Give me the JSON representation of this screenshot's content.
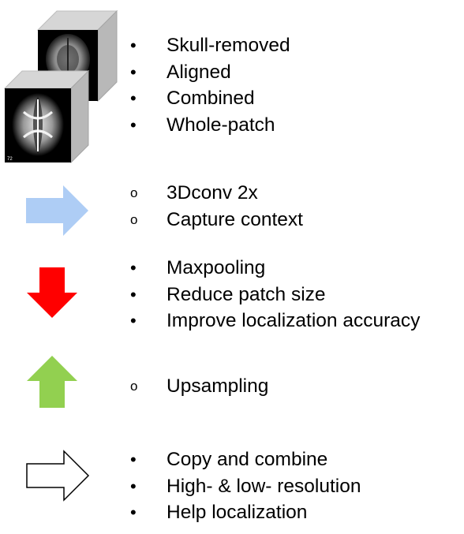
{
  "legend": {
    "input": {
      "icon": "mri-brain-volume-stack-icon",
      "slice_label": "72",
      "marker": "•",
      "items": [
        "Skull-removed",
        "Aligned",
        "Combined",
        "Whole-patch"
      ]
    },
    "conv": {
      "icon": "arrow-right-icon",
      "color": "#aecdf5",
      "marker": "o",
      "items": [
        "3Dconv 2x",
        "Capture context"
      ]
    },
    "pool": {
      "icon": "arrow-down-icon",
      "color": "#ff0000",
      "marker": "•",
      "items": [
        "Maxpooling",
        "Reduce patch size",
        "Improve localization accuracy"
      ]
    },
    "up": {
      "icon": "arrow-up-icon",
      "color": "#92d050",
      "marker": "o",
      "items": [
        "Upsampling"
      ]
    },
    "copy": {
      "icon": "outline-arrow-right-icon",
      "color": "#ffffff",
      "marker": "•",
      "items": [
        "Copy and combine",
        "High- & low- resolution",
        "Help localization"
      ]
    }
  }
}
